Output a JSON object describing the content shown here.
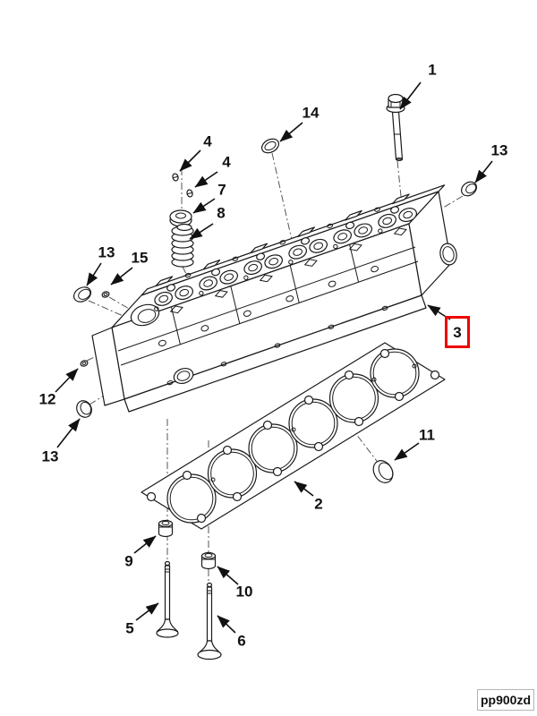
{
  "figure": {
    "code": "pp900zd",
    "highlighted_callout": "3",
    "highlight_color": "#ee0000",
    "line_color": "#1a1a1a",
    "background_color": "#ffffff"
  },
  "callouts": [
    {
      "label": "1"
    },
    {
      "label": "14"
    },
    {
      "label": "13"
    },
    {
      "label": "4"
    },
    {
      "label": "4"
    },
    {
      "label": "7"
    },
    {
      "label": "8"
    },
    {
      "label": "13"
    },
    {
      "label": "15"
    },
    {
      "label": "12"
    },
    {
      "label": "13"
    },
    {
      "label": "3",
      "highlighted": true
    },
    {
      "label": "11"
    },
    {
      "label": "2"
    },
    {
      "label": "9"
    },
    {
      "label": "10"
    },
    {
      "label": "5"
    },
    {
      "label": "6"
    }
  ]
}
